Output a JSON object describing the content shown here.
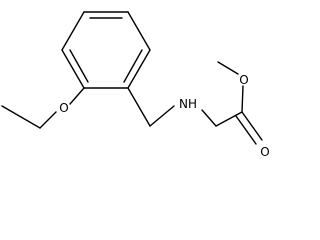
{
  "molecule": {
    "atoms": [
      {
        "id": "ether-oxygen",
        "symbol": "O"
      },
      {
        "id": "amine-nitrogen",
        "symbol": "NH"
      },
      {
        "id": "ester-methoxy-oxygen",
        "symbol": "O"
      },
      {
        "id": "carbonyl-oxygen",
        "symbol": "O"
      }
    ]
  },
  "colors": {
    "bond": "#000000",
    "text": "#000000",
    "background": "#ffffff"
  }
}
